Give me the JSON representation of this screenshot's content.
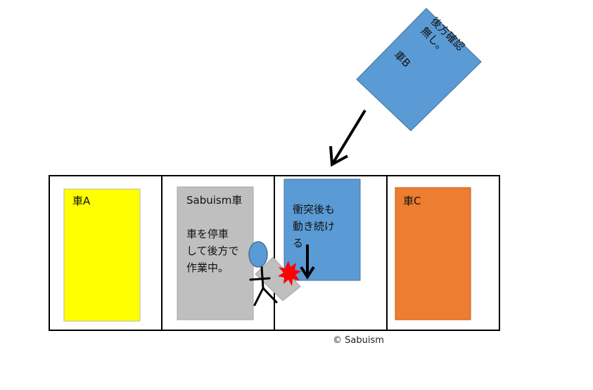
{
  "cars": {
    "car_a": {
      "label": "車A",
      "color": "#FFFF00"
    },
    "car_sabuism": {
      "label": "Sabuism車",
      "note": "車を停車\nして後方で\n作業中。",
      "color": "#BFBFBF"
    },
    "car_b_moving": {
      "note": "衝突後も\n動き続け\nる",
      "color": "#5B9BD5"
    },
    "car_c": {
      "label": "車C",
      "color": "#ED7D31"
    },
    "car_b_incoming": {
      "note": "後方確認\n無し。",
      "label": "車B",
      "color": "#5B9BD5"
    }
  },
  "impact_color": "#FF0000",
  "person_color": "#5B9BD5",
  "copyright": "© Sabuism"
}
